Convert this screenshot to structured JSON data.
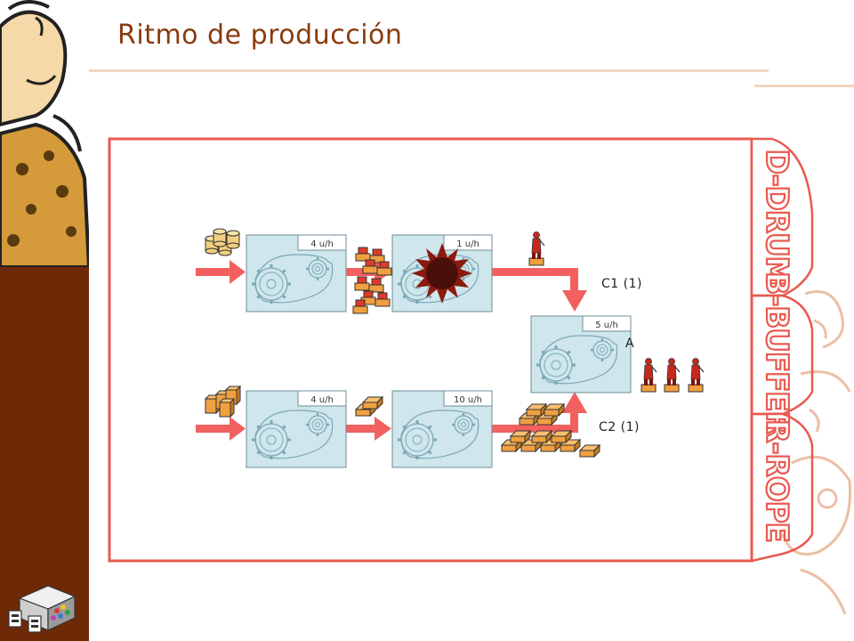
{
  "title": "Ritmo de producción",
  "tabs": [
    {
      "label": "D-DRUM",
      "active": true
    },
    {
      "label": "B-BUFFER",
      "active": false
    },
    {
      "label": "R-ROPE",
      "active": false
    }
  ],
  "machines": [
    {
      "rate": "4 u/h"
    },
    {
      "rate": "1 u/h"
    },
    {
      "rate": "5 u/h"
    },
    {
      "rate": "4 u/h"
    },
    {
      "rate": "10 u/h"
    }
  ],
  "labels": {
    "c1": "C1 (1)",
    "c2": "C2 (1)",
    "assembly": "A"
  },
  "colors": {
    "accent": "#e85a50",
    "sidebar": "#6e2a07",
    "title": "#8a3a0e",
    "machine_fill": "#cfe6ec",
    "part_orange": "#f0a040"
  }
}
